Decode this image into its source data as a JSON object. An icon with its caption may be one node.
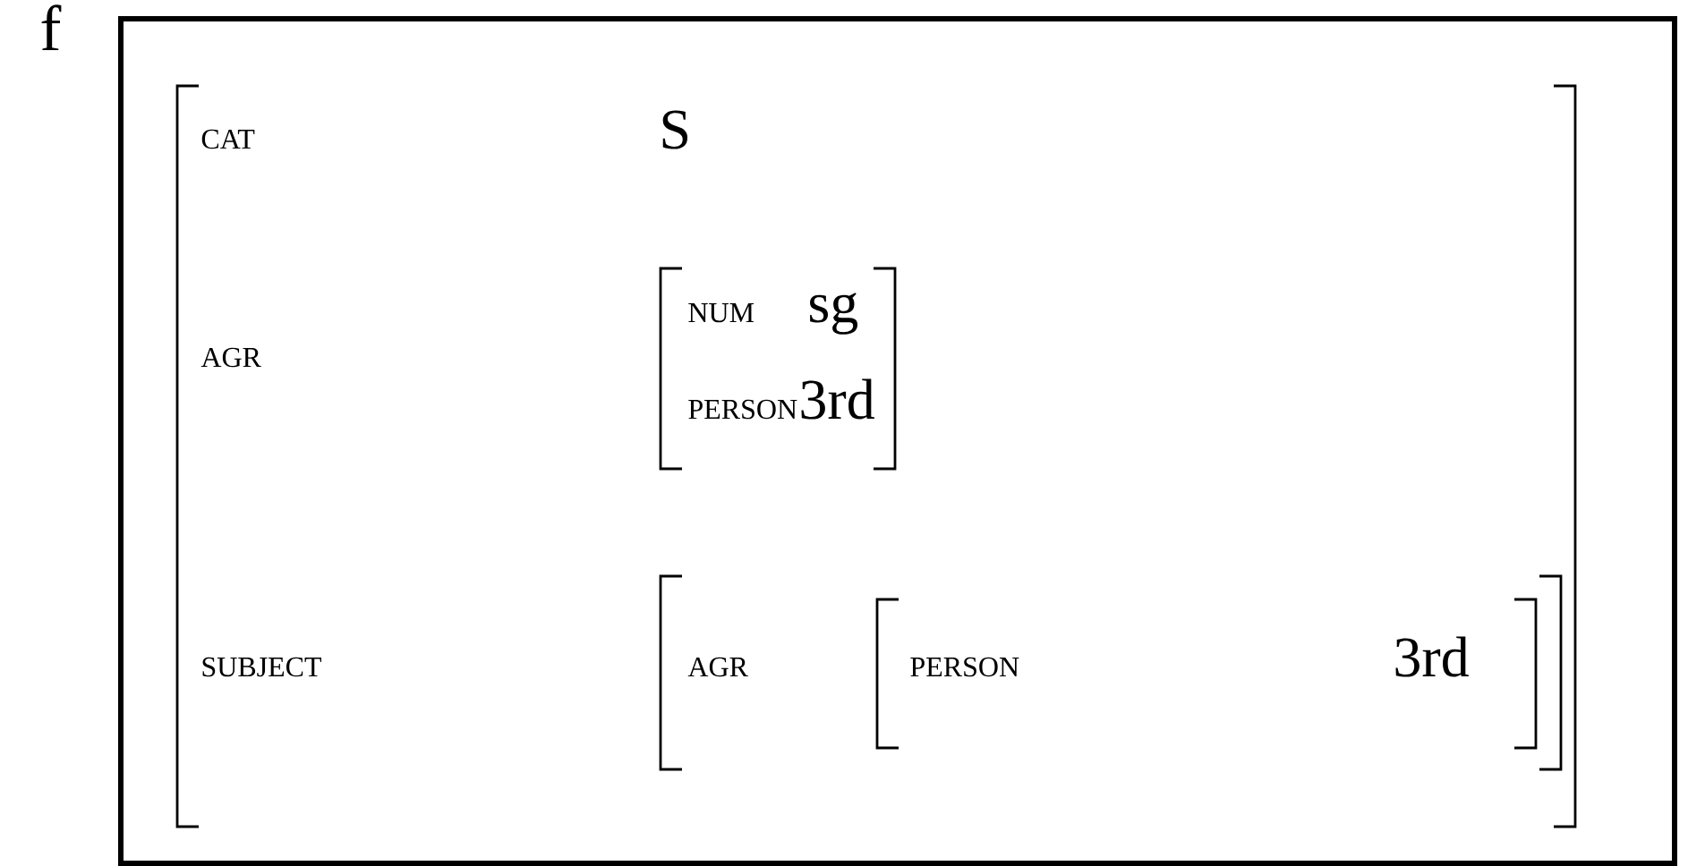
{
  "diagram": {
    "nodes": [
      {
        "text": [
          "f"
        ]
      },
      {
        "text": [
          "CAT",
          "S",
          "AGR",
          "SUBJECT"
        ],
        "in": 0
      },
      {
        "text": [
          "NUM",
          "sg",
          "PERSON",
          "3rd"
        ],
        "in": 1
      },
      {
        "text": [
          "AGR"
        ],
        "in": 1
      },
      {
        "text": [
          "PERSON",
          "3rd"
        ],
        "in": 3
      }
    ]
  }
}
